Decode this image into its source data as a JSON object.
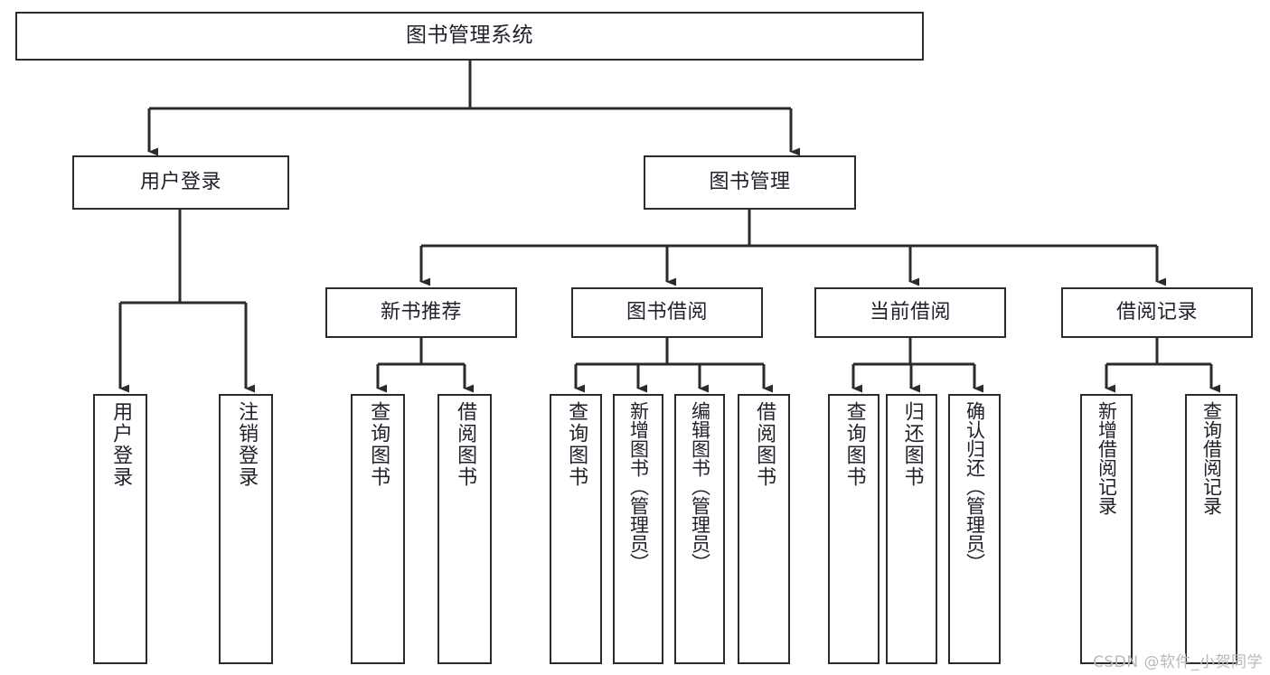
{
  "diagram": {
    "title": "图书管理系统",
    "type": "tree-hierarchy",
    "stroke_color": "#2b2b2b",
    "text_color": "#20222b",
    "background_color": "#ffffff"
  },
  "nodes": {
    "root": {
      "label": "图书管理系统"
    },
    "level1": [
      {
        "label": "用户登录"
      },
      {
        "label": "图书管理"
      }
    ],
    "level2": [
      {
        "label": "新书推荐"
      },
      {
        "label": "图书借阅"
      },
      {
        "label": "当前借阅"
      },
      {
        "label": "借阅记录"
      }
    ],
    "leaves": [
      {
        "label": "用户登录",
        "parent": "用户登录"
      },
      {
        "label": "注销登录",
        "parent": "用户登录"
      },
      {
        "label": "查询图书",
        "parent": "新书推荐"
      },
      {
        "label": "借阅图书",
        "parent": "新书推荐"
      },
      {
        "label": "查询图书",
        "parent": "图书借阅"
      },
      {
        "label": "新增图书（管理员）",
        "parent": "图书借阅"
      },
      {
        "label": "编辑图书（管理员）",
        "parent": "图书借阅"
      },
      {
        "label": "借阅图书",
        "parent": "图书借阅"
      },
      {
        "label": "查询图书",
        "parent": "当前借阅"
      },
      {
        "label": "归还图书",
        "parent": "当前借阅"
      },
      {
        "label": "确认归还（管理员）",
        "parent": "当前借阅"
      },
      {
        "label": "新增借阅记录",
        "parent": "借阅记录"
      },
      {
        "label": "查询借阅记录",
        "parent": "借阅记录"
      }
    ]
  },
  "watermark": {
    "text": "CSDN @软件_小贺同学"
  }
}
